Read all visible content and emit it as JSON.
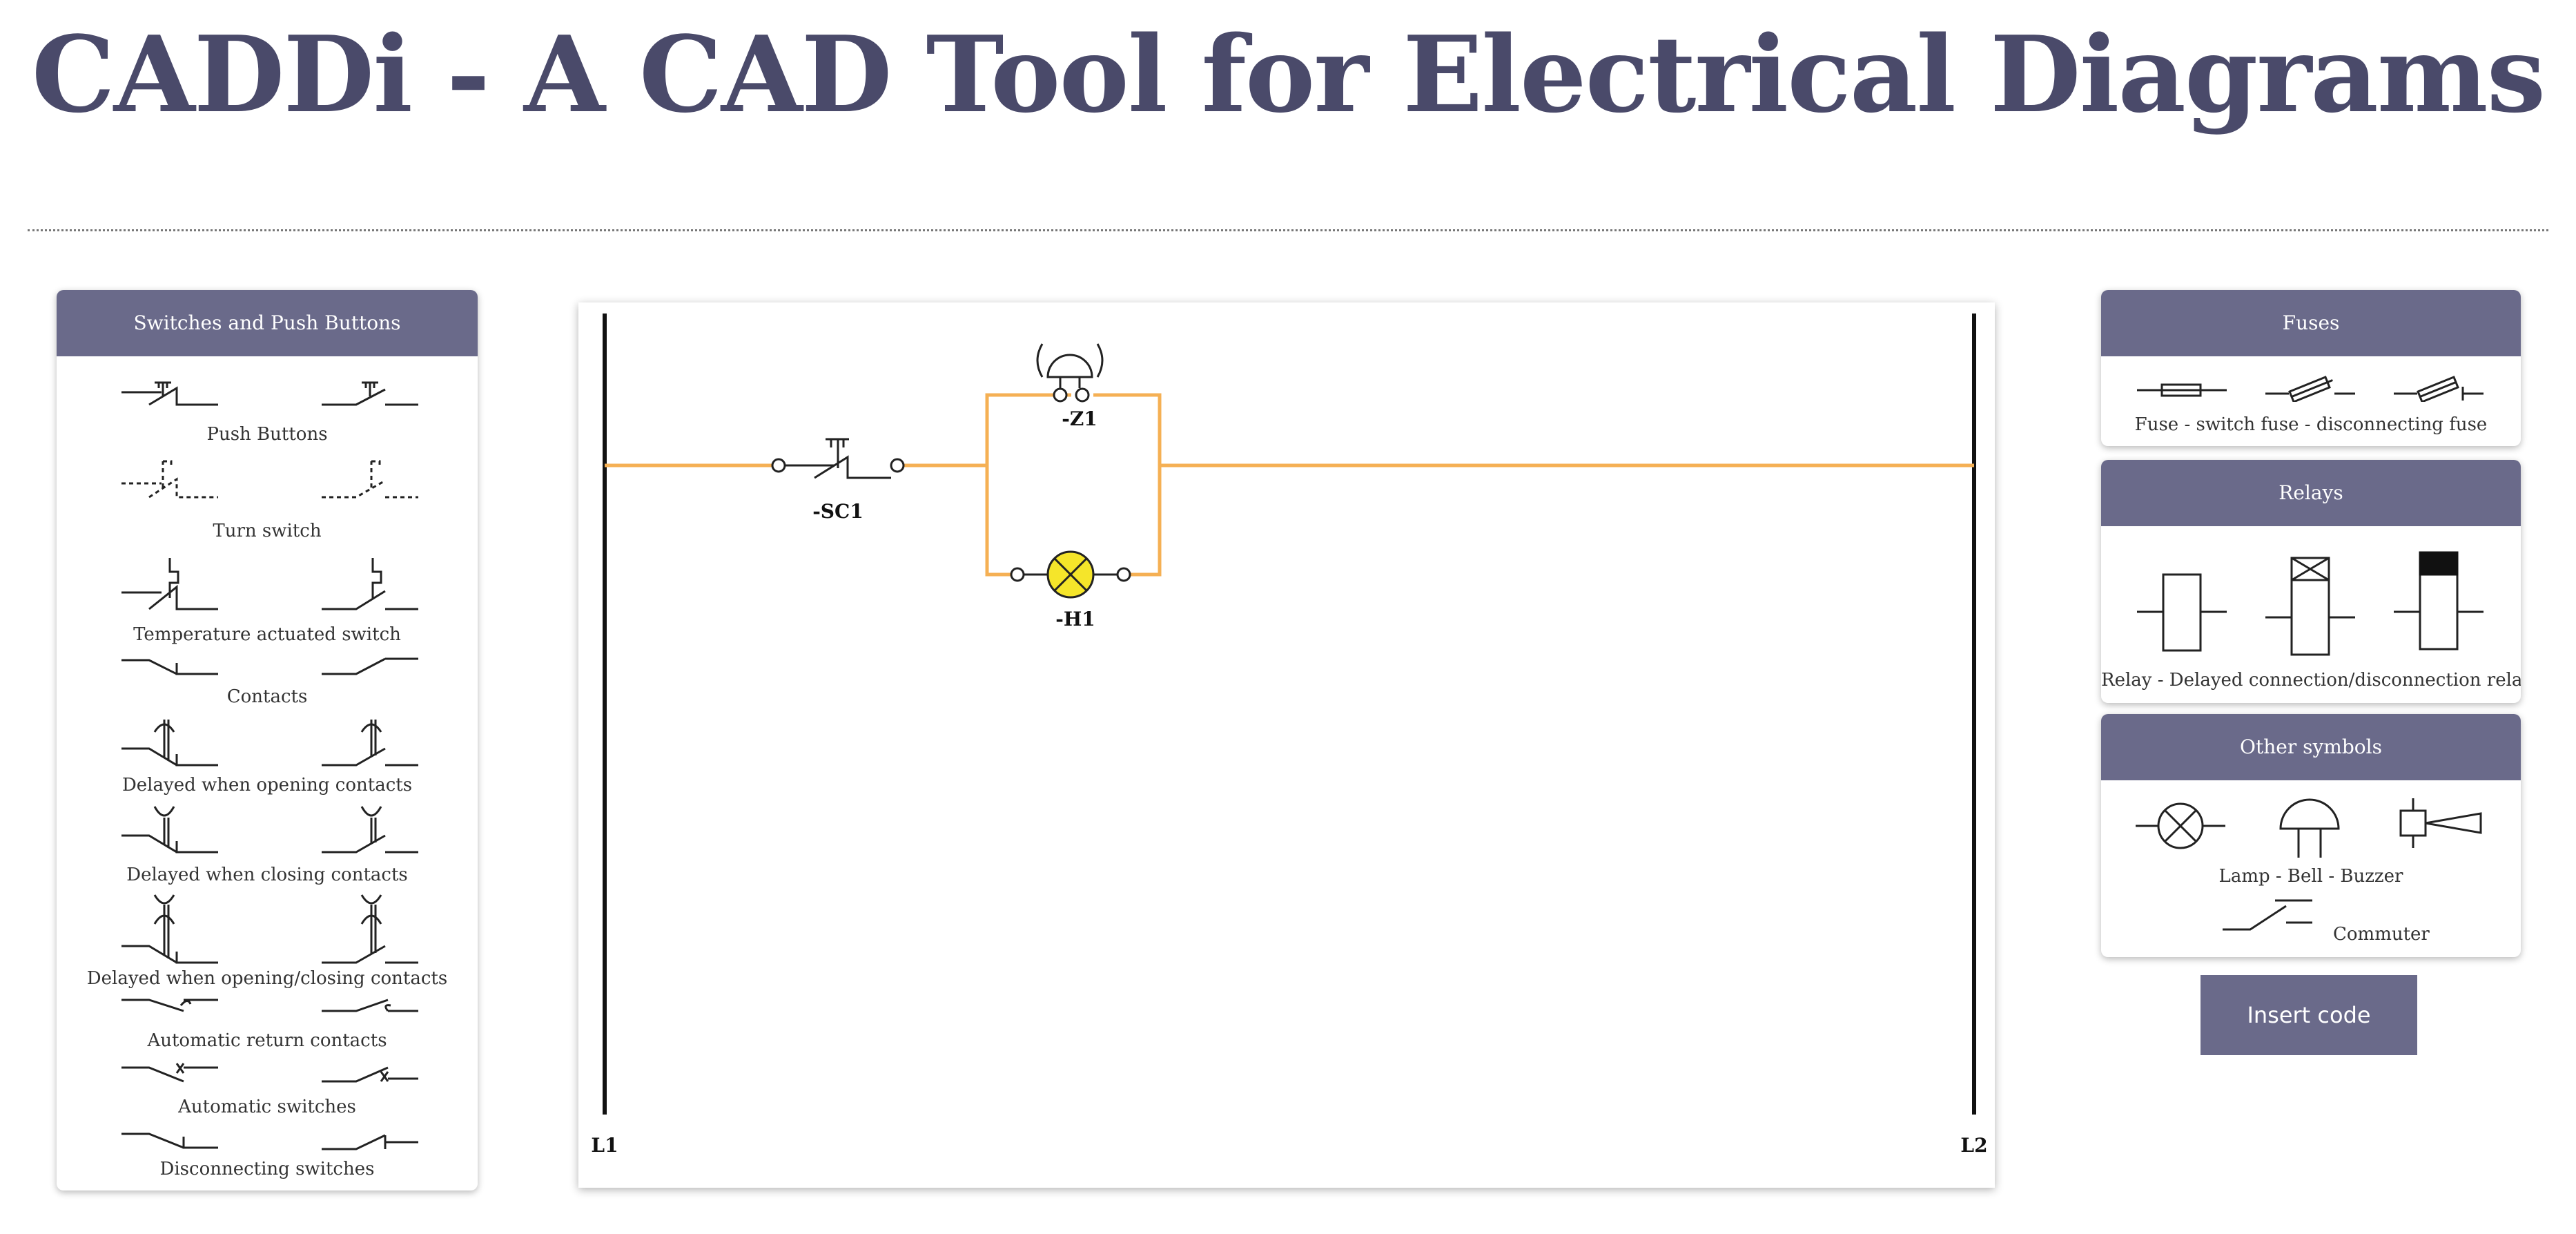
{
  "title": "CADDi - A CAD Tool for Electrical Diagrams",
  "left_panel": {
    "header": "Switches and Push Buttons",
    "groups": [
      {
        "label": "Push Buttons",
        "icon": "push-button-icon"
      },
      {
        "label": "Turn switch",
        "icon": "turn-switch-icon"
      },
      {
        "label": "Temperature actuated switch",
        "icon": "temperature-switch-icon"
      },
      {
        "label": "Contacts",
        "icon": "contact-icon"
      },
      {
        "label": "Delayed when opening contacts",
        "icon": "delayed-opening-contact-icon"
      },
      {
        "label": "Delayed when closing contacts",
        "icon": "delayed-closing-contact-icon"
      },
      {
        "label": "Delayed when opening/closing contacts",
        "icon": "delayed-open-close-contact-icon"
      },
      {
        "label": "Automatic return contacts",
        "icon": "automatic-return-contact-icon"
      },
      {
        "label": "Automatic switches",
        "icon": "automatic-switch-icon"
      },
      {
        "label": "Disconnecting switches",
        "icon": "disconnecting-switch-icon"
      }
    ]
  },
  "right_panels": {
    "fuses": {
      "header": "Fuses",
      "caption": "Fuse - switch fuse - disconnecting fuse"
    },
    "relays": {
      "header": "Relays",
      "caption": "Relay - Delayed connection/disconnection relay"
    },
    "other": {
      "header": "Other symbols",
      "caption": "Lamp - Bell - Buzzer",
      "commuter": "Commuter"
    }
  },
  "diagram": {
    "rail_left": "L1",
    "rail_right": "L2",
    "components": [
      {
        "ref": "-SC1",
        "type": "push-button"
      },
      {
        "ref": "-Z1",
        "type": "bell"
      },
      {
        "ref": "-H1",
        "type": "lamp"
      }
    ],
    "wire_color": "#f5b054",
    "lamp_color": "#f5e52a"
  },
  "insert_button": "Insert code",
  "colors": {
    "accent": "#6a6a8a",
    "title": "#4a4a6a"
  }
}
